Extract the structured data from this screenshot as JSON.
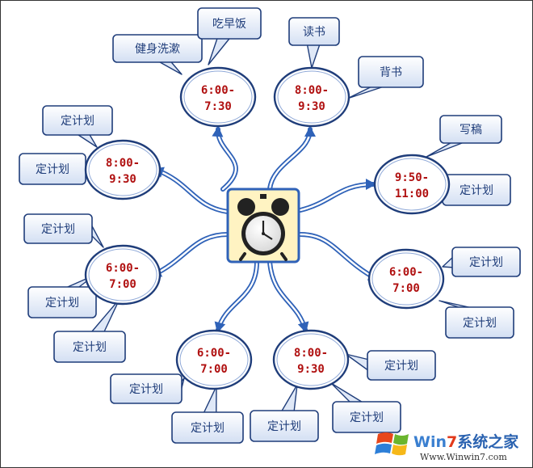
{
  "center": {
    "icon": "alarm-clock-icon"
  },
  "nodes": [
    {
      "id": "eat",
      "time": [
        "6:00-",
        "7:30"
      ],
      "labels": [
        "健身洗漱",
        "吃早饭"
      ]
    },
    {
      "id": "read",
      "time": [
        "8:00-",
        "9:30"
      ],
      "labels": [
        "读书",
        "背书"
      ]
    },
    {
      "id": "write",
      "time": [
        "9:50-",
        "11:00"
      ],
      "labels": [
        "写稿",
        "定计划"
      ]
    },
    {
      "id": "r2",
      "time": [
        "6:00-",
        "7:00"
      ],
      "labels": [
        "定计划",
        "定计划"
      ]
    },
    {
      "id": "b2",
      "time": [
        "8:00-",
        "9:30"
      ],
      "labels": [
        "定计划",
        "定计划",
        "定计划"
      ]
    },
    {
      "id": "b1",
      "time": [
        "6:00-",
        "7:00"
      ],
      "labels": [
        "定计划",
        "定计划"
      ]
    },
    {
      "id": "l2",
      "time": [
        "6:00-",
        "7:00"
      ],
      "labels": [
        "定计划",
        "定计划",
        "定计划"
      ]
    },
    {
      "id": "l1",
      "time": [
        "8:00-",
        "9:30"
      ],
      "labels": [
        "定计划",
        "定计划"
      ]
    }
  ],
  "watermark": {
    "brand_win": "Win",
    "brand_7": "7",
    "brand_cn": "系统之家",
    "url": "Www.Winwin7.com"
  },
  "colors": {
    "accent": "#2f62b8",
    "time_text": "#b01010",
    "label_text": "#1f3d7a",
    "box_fill": "#dfe8f7",
    "center_fill": "#fff3c2"
  }
}
